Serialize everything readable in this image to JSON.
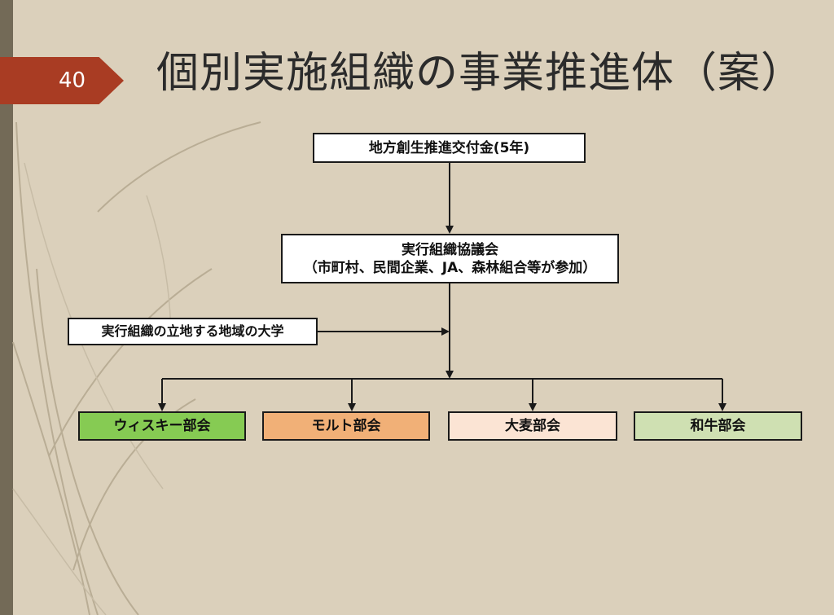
{
  "slide": {
    "number": "40",
    "title": "個別実施組織の事業推進体（案）"
  },
  "diagram": {
    "grant": "地方創生推進交付金(5年)",
    "council": {
      "line1": "実行組織協議会",
      "line2": "（市町村、民間企業、JA、森林組合等が参加）"
    },
    "university": "実行組織の立地する地域の大学",
    "departments": [
      {
        "label": "ウィスキー部会",
        "color": "#86cb53"
      },
      {
        "label": "モルト部会",
        "color": "#f1b077"
      },
      {
        "label": "大麦部会",
        "color": "#fbe4d4"
      },
      {
        "label": "和牛部会",
        "color": "#cfe0b2"
      }
    ]
  },
  "theme": {
    "background": "#dbd0bb",
    "accent": "#a93c23",
    "sidebar": "#736a57"
  }
}
